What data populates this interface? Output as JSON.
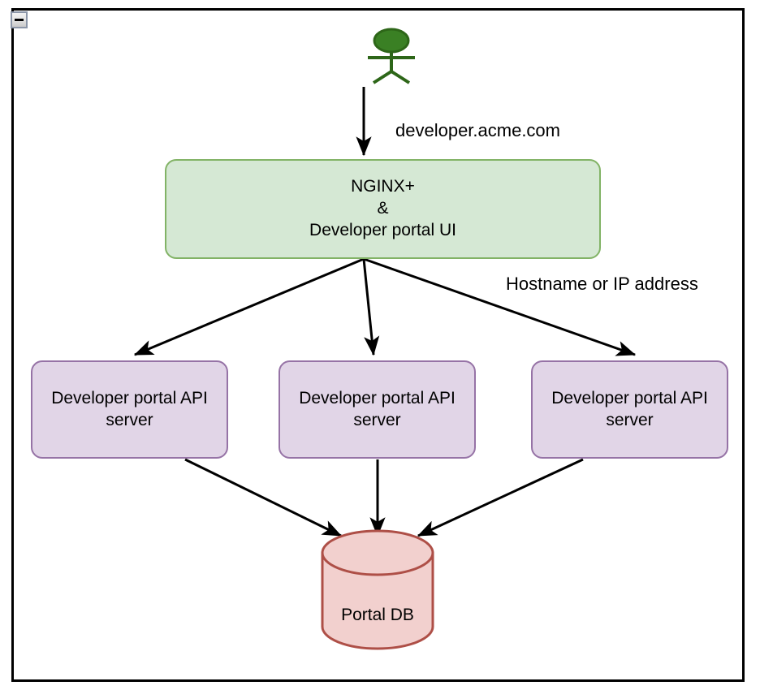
{
  "frame": {
    "collapse_icon": "minimize-icon",
    "border_color": "#000000",
    "background": "#ffffff"
  },
  "palette": {
    "green_fill": "#d5e8d4",
    "green_stroke": "#82b366",
    "purple_fill": "#e1d5e7",
    "purple_stroke": "#9673a6",
    "pink_fill": "#f2d0ce",
    "pink_stroke": "#ae4f47",
    "actor_fill": "#3a8024",
    "actor_stroke": "#2d6618",
    "edge_color": "#000000"
  },
  "diagram": {
    "actor": {
      "icon": "user-actor-icon",
      "label": ""
    },
    "nodes": [
      {
        "id": "nginx",
        "shape": "rounded-rect",
        "style": "green",
        "lines": [
          "NGINX+",
          "&",
          "Developer portal UI"
        ]
      },
      {
        "id": "api-server-1",
        "shape": "rounded-rect",
        "style": "purple",
        "lines": [
          "Developer portal API",
          "server"
        ]
      },
      {
        "id": "api-server-2",
        "shape": "rounded-rect",
        "style": "purple",
        "lines": [
          "Developer portal API",
          "server"
        ]
      },
      {
        "id": "api-server-3",
        "shape": "rounded-rect",
        "style": "purple",
        "lines": [
          "Developer portal API",
          "server"
        ]
      },
      {
        "id": "portal-db",
        "shape": "cylinder",
        "style": "pink",
        "lines": [
          "Portal DB"
        ]
      }
    ],
    "edge_labels": {
      "actor_to_nginx": "developer.acme.com",
      "nginx_to_api": "Hostname or IP address"
    },
    "edges": [
      {
        "from": "actor",
        "to": "nginx",
        "label": "developer.acme.com"
      },
      {
        "from": "nginx",
        "to": "api-server-1",
        "label": ""
      },
      {
        "from": "nginx",
        "to": "api-server-2",
        "label": ""
      },
      {
        "from": "nginx",
        "to": "api-server-3",
        "label": "Hostname or IP address"
      },
      {
        "from": "api-server-1",
        "to": "portal-db",
        "label": ""
      },
      {
        "from": "api-server-2",
        "to": "portal-db",
        "label": ""
      },
      {
        "from": "api-server-3",
        "to": "portal-db",
        "label": ""
      }
    ]
  },
  "text": {
    "nginx_line1": "NGINX+",
    "nginx_line2": "&",
    "nginx_line3": "Developer portal UI",
    "api_line1": "Developer portal API",
    "api_line2": "server",
    "db_label": "Portal DB",
    "label_domain": "developer.acme.com",
    "label_hostname": "Hostname or IP address"
  }
}
